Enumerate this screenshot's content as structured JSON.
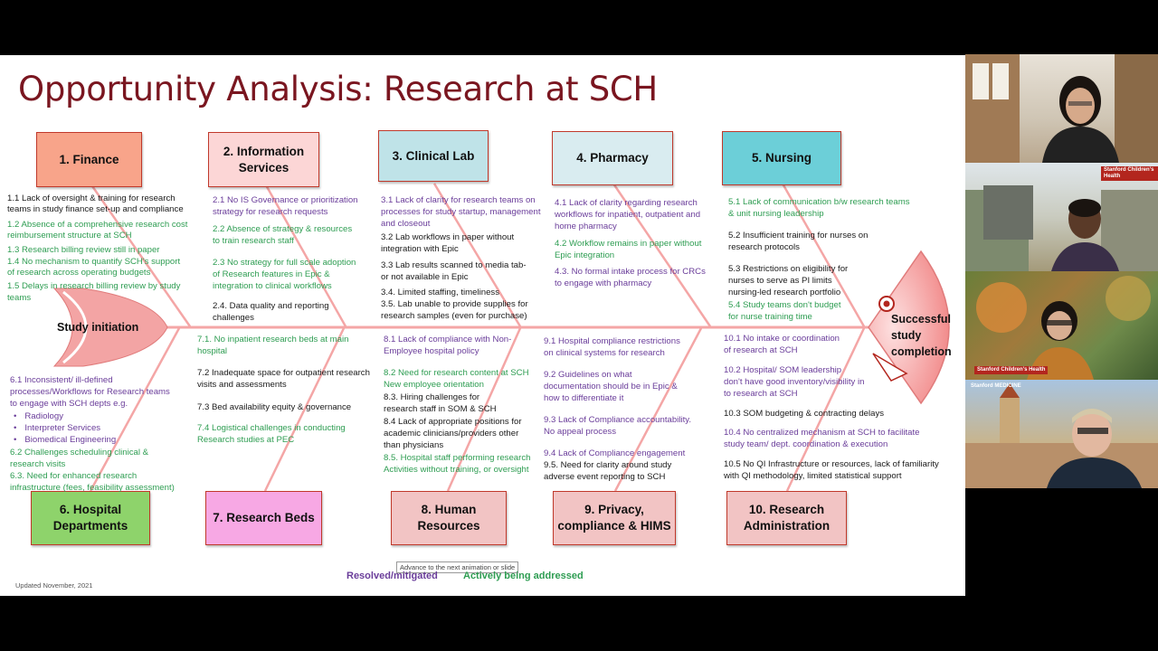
{
  "slide": {
    "title": "Opportunity Analysis: Research at SCH",
    "tail_label": "Study initiation",
    "head_label": "Successful study completion",
    "updated": "Updated November, 2021",
    "tooltip": "Advance to the next animation or slide",
    "legend": {
      "resolved": "Resolved/mitigated",
      "addressed": "Actively being addressed"
    },
    "categories": {
      "c1": "1. Finance",
      "c2": "2. Information Services",
      "c3": "3. Clinical Lab",
      "c4": "4. Pharmacy",
      "c5": "5. Nursing",
      "c6": "6. Hospital Departments",
      "c7": "7. Research Beds",
      "c8": "8. Human Resources",
      "c9": "9. Privacy, compliance & HIMS",
      "c10": "10. Research Administration"
    },
    "finance": [
      "1.1 Lack of oversight & training for research",
      "teams in study finance set-up and compliance",
      "1.2 Absence of a comprehensive research cost",
      "reimbursement structure at SCH",
      "1.3 Research billing review still in paper",
      "1.4 No mechanism to quantify SCH's support",
      "of research across operating budgets",
      "1.5 Delays in research billing review by study",
      "teams"
    ],
    "is": [
      "2.1 No IS Governance or prioritization",
      "strategy for research requests",
      "2.2 Absence of strategy & resources",
      "to train research  staff",
      "2.3 No strategy for full scale adoption",
      "of Research features in Epic &",
      "integration to clinical workflows",
      "2.4. Data quality and reporting",
      "challenges"
    ],
    "lab": [
      "3.1 Lack of clarity for research teams on",
      "processes for study startup, management",
      "and closeout",
      "3.2 Lab workflows in paper without",
      "integration with Epic",
      "3.3 Lab results scanned to media tab-",
      "or not available in Epic",
      "3.4. Limited staffing, timeliness",
      "3.5. Lab unable to provide supplies for",
      "research samples (even for purchase)"
    ],
    "pharmacy": [
      "4.1 Lack of clarity regarding research",
      "workflows for inpatient, outpatient and",
      "home pharmacy",
      "4.2 Workflow remains in paper  without",
      "Epic integration",
      "4.3. No formal intake process for CRCs",
      "to engage with pharmacy"
    ],
    "nursing": [
      "5.1 Lack of communication b/w research teams",
      "& unit nursing leadership",
      "5.2 Insufficient training for nurses on",
      "research protocols",
      "5.3 Restrictions on eligibility for",
      "nurses to serve as PI limits",
      "nursing-led research portfolio",
      "5.4 Study teams don't budget",
      "for nurse training time"
    ],
    "depts": [
      "6.1 Inconsistent/ ill-defined",
      "processes/Workflows for Research teams",
      "to engage with SCH depts e.g.",
      "Radiology",
      "Interpreter Services",
      "Biomedical Engineering",
      "6.2 Challenges scheduling clinical &",
      "research visits",
      "6.3. Need for enhanced research",
      "infrastructure (fees, feasibility assessment)"
    ],
    "beds": [
      "7.1. No inpatient research beds at main",
      "hospital",
      "7.2 Inadequate space for outpatient research",
      "visits and assessments",
      "7.3 Bed availability equity & governance",
      "7.4 Logistical challenges in conducting",
      "Research studies at PEC"
    ],
    "hr": [
      "8.1 Lack of compliance with Non-",
      "Employee hospital policy",
      "8.2 Need for research content at SCH",
      "New employee orientation",
      "8.3. Hiring challenges for",
      "research staff in SOM & SCH",
      "8.4 Lack of appropriate positions for",
      "academic clinicians/providers other",
      "than physicians",
      "8.5. Hospital staff performing research",
      "Activities without training, or oversight"
    ],
    "privacy": [
      "9.1 Hospital compliance restrictions",
      "on clinical systems for research",
      "9.2 Guidelines on what",
      "documentation should be in Epic &",
      "how to differentiate it",
      "9.3 Lack of Compliance accountability.",
      "No appeal process",
      "9.4 Lack of Compliance engagement",
      "9.5. Need for clarity around study",
      "adverse event reporting to SCH"
    ],
    "admin": [
      "10.1 No intake or coordination",
      "of research  at SCH",
      "10.2 Hospital/ SOM leadership",
      "don't have good inventory/visibility in",
      "to research at SCH",
      "10.3 SOM budgeting & contracting delays",
      "10.4 No centralized mechanism at SCH to facilitate",
      "study team/ dept. coordination & execution",
      "10.5 No QI Infrastructure or resources, lack of familiarity",
      "with QI methodology, limited statistical support"
    ]
  },
  "video_tiles": {
    "logo_text": "Stanford Children's Health",
    "medicine_logo": "Stanford MEDICINE"
  },
  "colors": {
    "title": "#7a1620",
    "purple_status": "#6a3d9a",
    "green_status": "#2e9d52",
    "fishbone": "#f4a6a6",
    "head": "#f7b2b2"
  }
}
